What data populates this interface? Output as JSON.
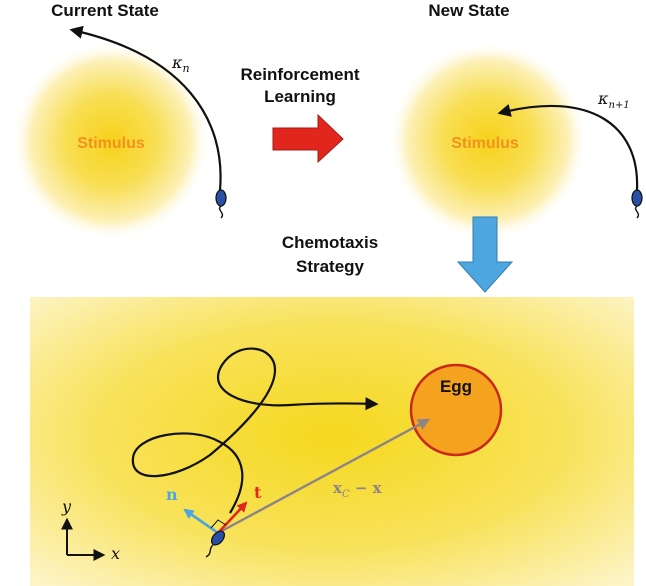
{
  "top": {
    "current_state_title": "Current State",
    "new_state_title": "New State",
    "rl_line1": "Reinforcement",
    "rl_line2": "Learning",
    "stimulus_left": "Stimulus",
    "stimulus_right": "Stimulus",
    "kappa_n": "κ",
    "kappa_n_sub": "n",
    "kappa_n1": "κ",
    "kappa_n1_sub": "n+1"
  },
  "middle": {
    "chemotaxis_line1": "Chemotaxis",
    "chemotaxis_line2": "Strategy"
  },
  "bottom": {
    "egg_label": "Egg",
    "n_label": "n",
    "t_label": "t",
    "xc_x_label": "x",
    "xc_sub": "C",
    "xc_minus": " − x",
    "axis_y": "y",
    "axis_x": "x"
  },
  "colors": {
    "stimulus_text": "#f0921e",
    "glow_center": "#f7d21a",
    "field_yellow": "#f5d81e",
    "red_arrow": "#e0261d",
    "blue_arrow": "#4da6dd",
    "egg_fill": "#f5a21e",
    "egg_stroke": "#c9281c",
    "n_color": "#4da6dd",
    "t_color": "#e0261d",
    "vector_color": "#8c8486"
  }
}
